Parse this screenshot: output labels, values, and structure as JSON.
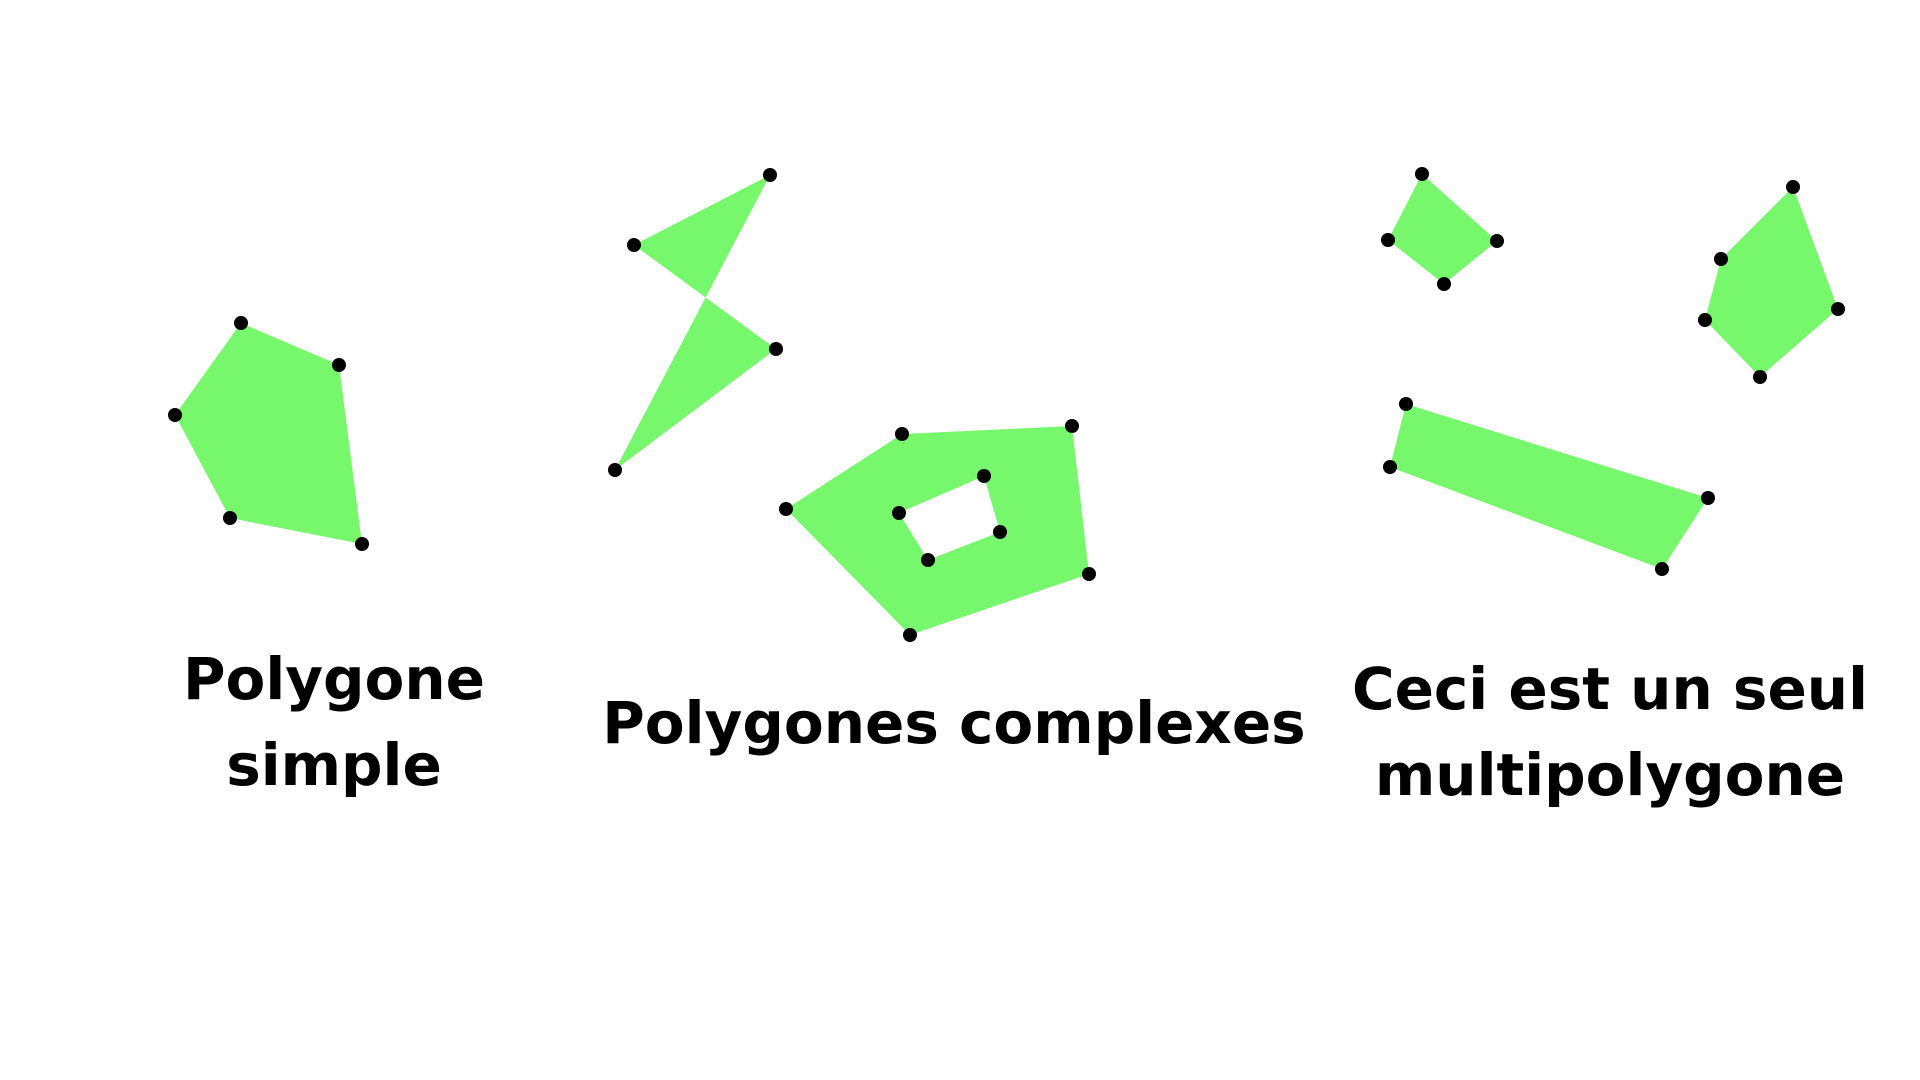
{
  "colors": {
    "fill": "#76f76c",
    "vertex": "#000000",
    "background": "#ffffff"
  },
  "captions": {
    "simple": [
      "Polygone",
      "simple"
    ],
    "complex": [
      "Polygones complexes"
    ],
    "multi": [
      "Ceci est un seul",
      "multipolygone"
    ]
  }
}
